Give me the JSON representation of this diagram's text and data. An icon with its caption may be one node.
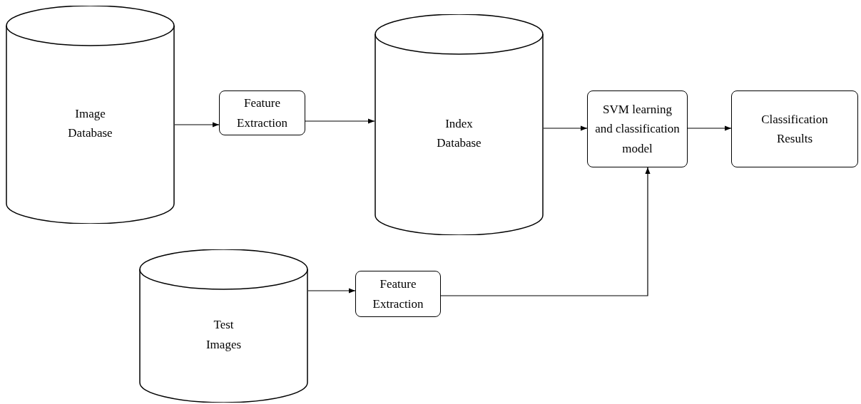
{
  "diagram": {
    "nodes": [
      {
        "text": [
          "Image Database"
        ]
      },
      {
        "text": [
          "Feature Extraction"
        ]
      },
      {
        "text": [
          "Index Database"
        ]
      },
      {
        "text": [
          "SVM learning and classification model"
        ]
      },
      {
        "text": [
          "Classification Results"
        ]
      },
      {
        "text": [
          "Test Images"
        ]
      },
      {
        "text": [
          "Feature Extraction"
        ]
      }
    ],
    "edges": [
      {
        "from": 0,
        "to": 1,
        "arrow": "to"
      },
      {
        "from": 1,
        "to": 2,
        "arrow": "to"
      },
      {
        "from": 2,
        "to": 3,
        "arrow": "to"
      },
      {
        "from": 3,
        "to": 4,
        "arrow": "to"
      },
      {
        "from": 5,
        "to": 6,
        "arrow": "to"
      },
      {
        "from": 6,
        "to": 3,
        "arrow": "to"
      }
    ]
  }
}
